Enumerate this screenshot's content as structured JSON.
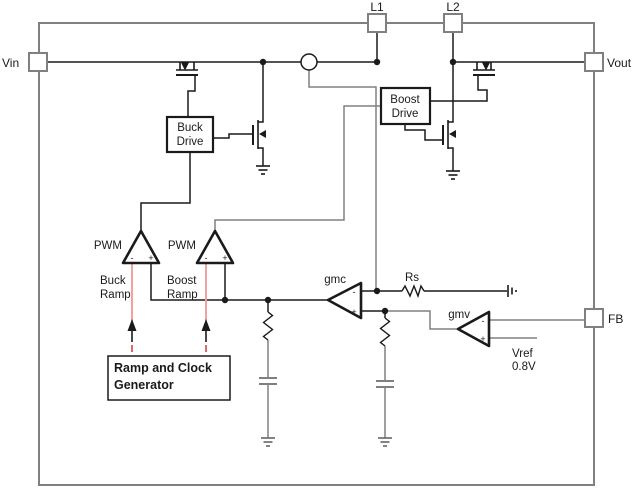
{
  "diagram": {
    "title_hint": "buck-boost converter block diagram",
    "pins": {
      "vin": "Vin",
      "l1": "L1",
      "l2": "L2",
      "vout": "Vout",
      "fb": "FB"
    },
    "blocks": {
      "buck_drive_line1": "Buck",
      "buck_drive_line2": "Drive",
      "boost_drive_line1": "Boost",
      "boost_drive_line2": "Drive",
      "ramp_gen_line1": "Ramp and Clock",
      "ramp_gen_line2": "Generator"
    },
    "amplifiers": {
      "pwm_buck": "PWM",
      "pwm_boost": "PWM",
      "gmc": "gmc",
      "gmv": "gmv"
    },
    "labels": {
      "buck_ramp_line1": "Buck",
      "buck_ramp_line2": "Ramp",
      "boost_ramp_line1": "Boost",
      "boost_ramp_line2": "Ramp",
      "rs": "Rs",
      "vref_line1": "Vref",
      "vref_line2": "0.8V",
      "minus": "-",
      "plus": "+"
    },
    "colors": {
      "wire_black": "#1a1a1a",
      "wire_gray": "#808080",
      "ramp_pink": "#f0a2a2",
      "ramp_red": "#d96b6b",
      "background": "#ffffff"
    }
  }
}
